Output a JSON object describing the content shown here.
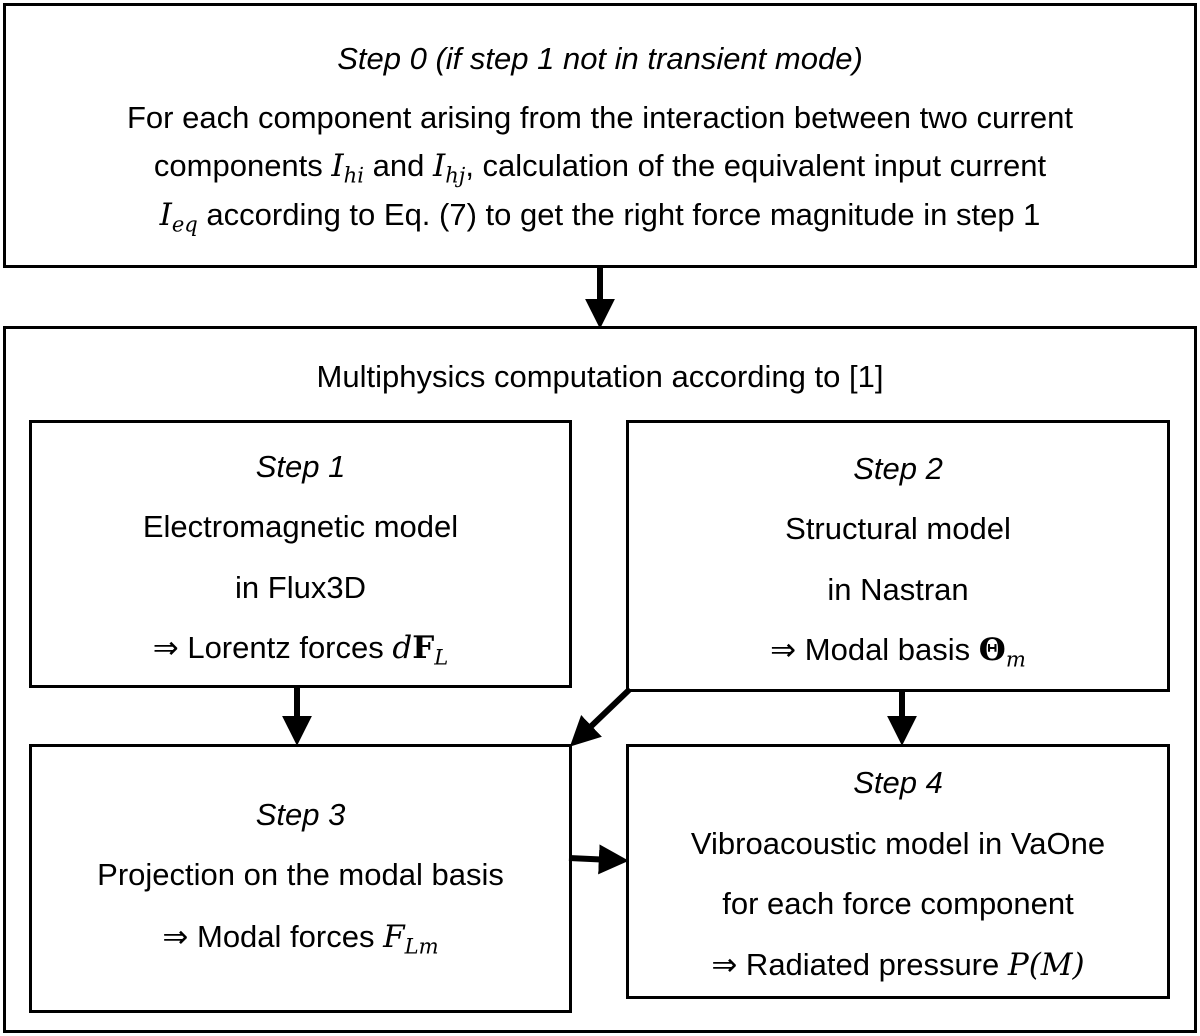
{
  "step0": {
    "title": "Step 0 (if step 1 not in transient mode)",
    "line1": "For each component arising from the interaction between two current",
    "line2_pre": "components ",
    "I_hi_base": "I",
    "I_hi_sub": "hi",
    "line2_and": " and ",
    "I_hj_base": "I",
    "I_hj_sub": "hj",
    "line2_post": ", calculation of the equivalent input current",
    "I_eq_base": "I",
    "I_eq_sub": "eq",
    "line3_post": "  according to Eq. (7) to get the right force magnitude in step 1"
  },
  "outer": {
    "title": "Multiphysics computation according to [1]"
  },
  "step1": {
    "title": "Step 1",
    "line1": "Electromagnetic model",
    "line2": "in Flux3D",
    "result_pre": "⇒ Lorentz forces ",
    "result_d": "d",
    "result_F": "F",
    "result_sub": "L"
  },
  "step2": {
    "title": "Step 2",
    "line1": "Structural model",
    "line2": "in Nastran",
    "result_pre": "⇒ Modal basis ",
    "result_theta": "Θ",
    "result_sub": "m"
  },
  "step3": {
    "title": "Step 3",
    "line1": "Projection on the modal basis",
    "result_pre": "⇒ Modal forces ",
    "result_F": "F",
    "result_sub": "Lm"
  },
  "step4": {
    "title": "Step 4",
    "line1": "Vibroacoustic model in VaOne",
    "line2": "for each force component",
    "result_pre": "⇒ Radiated pressure ",
    "result_expr": "P(M)"
  }
}
